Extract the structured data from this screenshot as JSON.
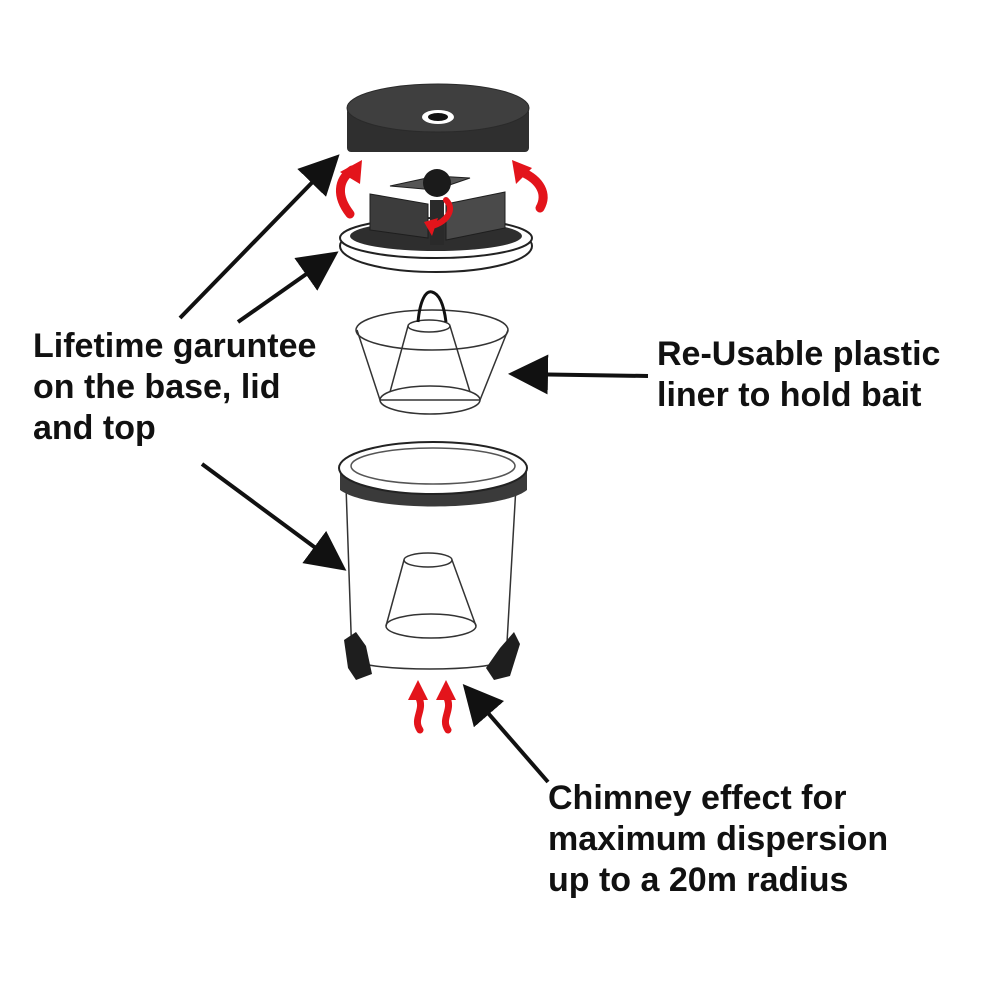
{
  "callouts": {
    "guarantee": {
      "lines": [
        "Lifetime garuntee",
        "on the base, lid",
        "and top"
      ]
    },
    "liner": {
      "lines": [
        "Re-Usable plastic",
        "liner to hold bait"
      ]
    },
    "chimney": {
      "lines": [
        "Chimney effect for",
        "maximum dispersion",
        "up to a 20m radius"
      ]
    }
  },
  "colors": {
    "ink": "#111111",
    "part_dark": "#3a3a3a",
    "part_mid": "#4a4a4a",
    "heat_arrow": "#e3141b",
    "background": "#ffffff"
  },
  "icons": {
    "airflow": "curved-arrow-icon",
    "heat": "wavy-arrow-icon"
  }
}
